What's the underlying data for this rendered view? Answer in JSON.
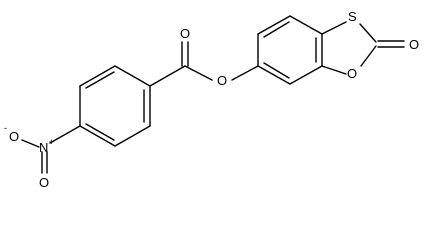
{
  "molecule": {
    "atoms": {
      "oxygen_carbonyl_ester": "O",
      "oxygen_ester_link": "O",
      "sulfur_ring": "S",
      "oxygen_ring": "O",
      "oxygen_carbonyl_ring": "O",
      "nitrogen_nitro": "N",
      "nitro_charge": "+",
      "oxygen_nitro_left": "O",
      "oxygen_nitro_left_charge": "-",
      "oxygen_nitro_bottom": "O"
    },
    "colors": {
      "line": "#000000",
      "background": "#ffffff"
    }
  }
}
